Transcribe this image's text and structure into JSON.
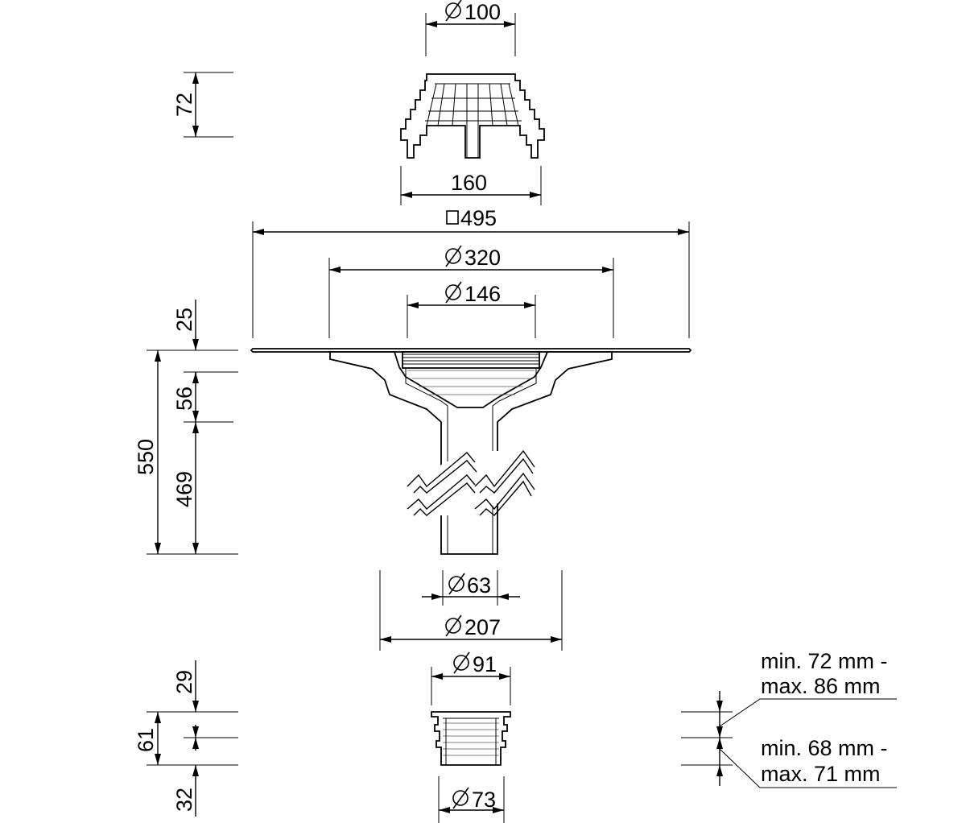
{
  "dimensions": {
    "grate_top_diameter": "100",
    "grate_height": "72",
    "grate_base_width": "160",
    "flange_square": "495",
    "clamp_ring_diameter": "320",
    "outlet_inner_diameter": "146",
    "height_flange": "25",
    "height_funnel": "56",
    "height_pipe": "469",
    "height_total": "550",
    "pipe_diameter": "63",
    "body_diameter": "207",
    "sleeve_top_diameter": "91",
    "sleeve_bottom_diameter": "73",
    "sleeve_top_height": "29",
    "sleeve_middle_height": "61",
    "sleeve_bottom_height": "32"
  },
  "notes": {
    "upper_line1": "min. 72 mm -",
    "upper_line2": "max. 86 mm",
    "lower_line1": "min. 68 mm -",
    "lower_line2": "max. 71 mm"
  }
}
